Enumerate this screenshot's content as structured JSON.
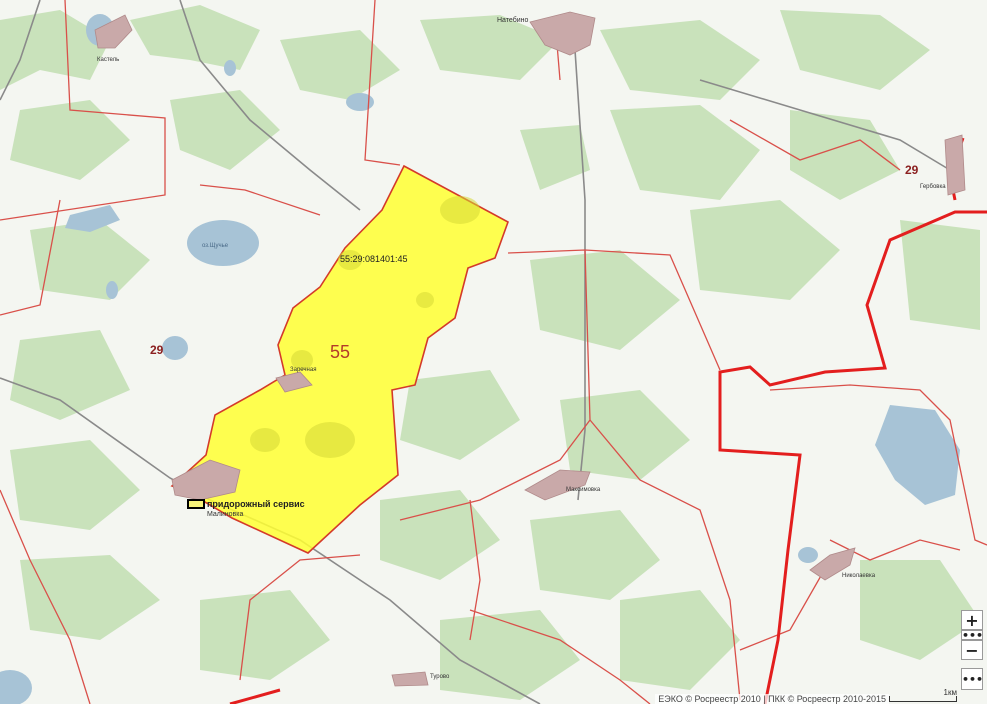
{
  "parcel": {
    "number": "55",
    "cadastral_number": "55:29:081401:45",
    "fill": "#ffff33",
    "stroke": "#d43a2a"
  },
  "districts": {
    "left_label": "29",
    "right_label": "29"
  },
  "places": {
    "natebino": "Натебино",
    "kastel": "Кастель",
    "pervomaisk": "Гербовка",
    "zarechnaya": "Заречная",
    "malinovka": "Малиновка",
    "maksimovka": "Максимовка",
    "nikolaevka": "Николаевка",
    "turovo": "Турово",
    "lake": "оз.Щучье"
  },
  "poi": {
    "roadside_service": "придорожный сервис"
  },
  "controls": {
    "zoom_in": "+",
    "zoom_out": "−",
    "more_1": "•••",
    "more_2": "•••"
  },
  "attribution": "ЕЭКО © Росреестр 2010 | ПКК © Росреестр 2010-2015",
  "scale_label": "1км",
  "colors": {
    "background": "#f4f6f1",
    "forest": "#c9e2bb",
    "water": "#a7c3d6",
    "boundary_thin": "#d9504a",
    "boundary_thick": "#e31e1e",
    "road": "#8a8a8a",
    "settlement": "#c9a9a9"
  }
}
